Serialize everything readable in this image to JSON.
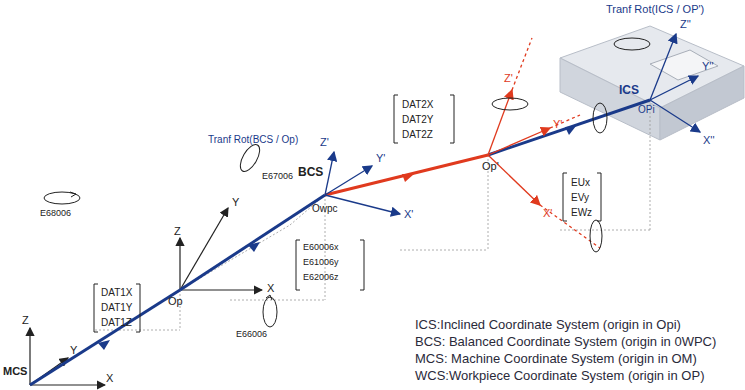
{
  "diagram": {
    "labels": [
      "Tranf Rot(ICS / OP')",
      "Z''",
      "Y''",
      "X''",
      "ICS",
      "OPi",
      "Z'",
      "Y'",
      "X'",
      "Op'",
      "DAT2X",
      "DAT2Y",
      "DAT2Z",
      "EUx",
      "EVy",
      "EWz",
      "Z'",
      "Y'",
      "X'",
      "BCS",
      "Owpc",
      "Tranf Rot(BCS / Op)",
      "E68006",
      "E67006",
      "E60006x",
      "E61006y",
      "E62006z",
      "E66006",
      "Z",
      "Y",
      "X",
      "Op",
      "DAT1X",
      "DAT1Y",
      "DAT1Z",
      "Z",
      "Y",
      "X",
      "MCS",
      "ICS:Inclined Coordinate System (origin in Opi)",
      "BCS: Balanced Coordinate System (origin in 0WPC)",
      "MCS: Machine Coordinate System (origin in OM)",
      "WCS:Workpiece Coordinate System (origin in OP)"
    ]
  }
}
